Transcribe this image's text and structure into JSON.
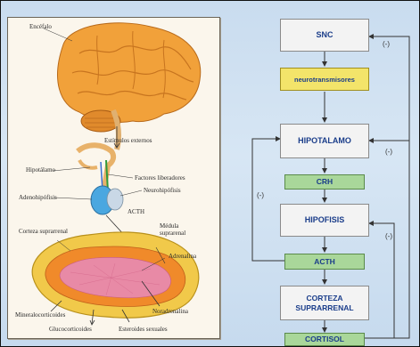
{
  "illustration": {
    "labels": {
      "encefalo": "Encéfalo",
      "estimulos": "Estímulos externos",
      "hipotalamo": "Hipotálamo",
      "factores": "Factores liberadores",
      "adenohipofisis": "Adenohipófisis",
      "neurohipofisis": "Neurohipófisis",
      "acth": "ACTH",
      "corteza": "Corteza suprarrenal",
      "medula": "Médula suprarenal",
      "adrenalina": "Adrenalina",
      "mineralocorticoides": "Mineralocorticoides",
      "noradrenalina": "Noradrenalina",
      "glucocorticoides": "Glucocorticoides",
      "esteroides": "Esteroides sexuales"
    }
  },
  "flow": {
    "boxes": {
      "snc": "SNC",
      "neurotransmisores": "neurotransmisores",
      "hipotalamo": "HIPOTALAMO",
      "crh": "CRH",
      "hipofisis": "HIPOFISIS",
      "acth": "ACTH",
      "corteza": "CORTEZA SUPRARRENAL",
      "cortisol": "CORTISOL"
    },
    "feedback": {
      "snc": "(-)",
      "hipotalamo": "(-)",
      "hipofisis": "(-)",
      "left": "(-)"
    },
    "colors": {
      "neutral_box": "#f3f3f3",
      "yellow_box": "#f3e46a",
      "green_box": "#a9d79a",
      "text": "#1a3d8a"
    }
  }
}
